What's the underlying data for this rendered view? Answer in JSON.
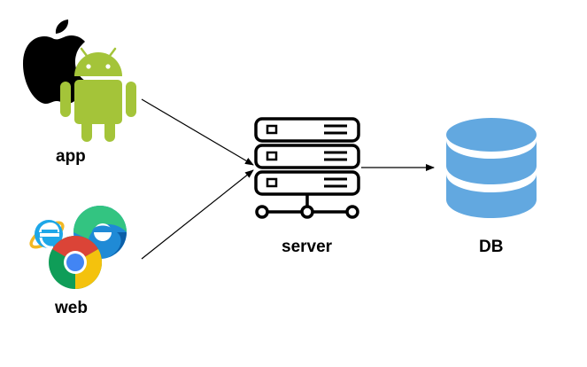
{
  "nodes": {
    "app": {
      "label": "app"
    },
    "web": {
      "label": "web"
    },
    "server": {
      "label": "server"
    },
    "db": {
      "label": "DB"
    }
  },
  "colors": {
    "apple": "#000000",
    "android": "#a4c439",
    "server": "#000000",
    "db": "#62a8e0",
    "edge": "#000000",
    "chrome_red": "#db4437",
    "chrome_yellow": "#f4c20d",
    "chrome_green": "#0f9d58",
    "chrome_blue": "#4285f4",
    "edge_browser_blue": "#1f8ad6",
    "edge_browser_green": "#33c481",
    "ie_blue": "#1ea7e8",
    "ie_gold": "#f2b824"
  },
  "icons": {
    "app": [
      "apple-icon",
      "android-icon"
    ],
    "web": [
      "internet-explorer-icon",
      "edge-browser-icon",
      "chrome-icon"
    ],
    "server": "server-rack-icon",
    "db": "database-icon"
  },
  "edges": [
    {
      "from": "app",
      "to": "server"
    },
    {
      "from": "web",
      "to": "server"
    },
    {
      "from": "server",
      "to": "db"
    }
  ]
}
